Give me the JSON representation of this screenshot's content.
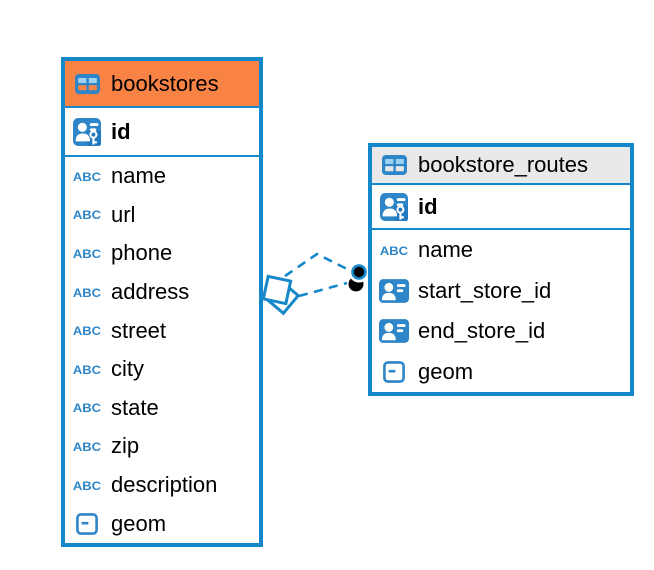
{
  "colors": {
    "table_border_blue": "#1588cb",
    "icon_blue": "#2e86c8",
    "bookstores_header_orange": "#f98345",
    "bookstore_routes_header_gray": "#e9e9e9",
    "connector_blue": "#1588cb"
  },
  "abc_icon_text": "ABC",
  "tables": [
    {
      "name": "bookstores",
      "header_color": "#f98345",
      "icon": "table-icon",
      "primary_key": {
        "label": "id",
        "icon": "primary-key-icon"
      },
      "columns": [
        {
          "label": "name",
          "icon": "text-type-icon"
        },
        {
          "label": "url",
          "icon": "text-type-icon"
        },
        {
          "label": "phone",
          "icon": "text-type-icon"
        },
        {
          "label": "address",
          "icon": "text-type-icon"
        },
        {
          "label": "street",
          "icon": "text-type-icon"
        },
        {
          "label": "city",
          "icon": "text-type-icon"
        },
        {
          "label": "state",
          "icon": "text-type-icon"
        },
        {
          "label": "zip",
          "icon": "text-type-icon"
        },
        {
          "label": "description",
          "icon": "text-type-icon"
        },
        {
          "label": "geom",
          "icon": "geometry-type-icon"
        }
      ]
    },
    {
      "name": "bookstore_routes",
      "header_color": "#e9e9e9",
      "icon": "table-icon",
      "primary_key": {
        "label": "id",
        "icon": "primary-key-icon"
      },
      "columns": [
        {
          "label": "name",
          "icon": "text-type-icon"
        },
        {
          "label": "start_store_id",
          "icon": "reference-type-icon"
        },
        {
          "label": "end_store_id",
          "icon": "reference-type-icon"
        },
        {
          "label": "geom",
          "icon": "geometry-type-icon"
        }
      ]
    }
  ],
  "relationship": {
    "from_table": "bookstores",
    "to_table": "bookstore_routes",
    "line_style": "dashed",
    "source_endpoint": "diamond",
    "target_endpoint": "dot",
    "line_count": 2
  }
}
